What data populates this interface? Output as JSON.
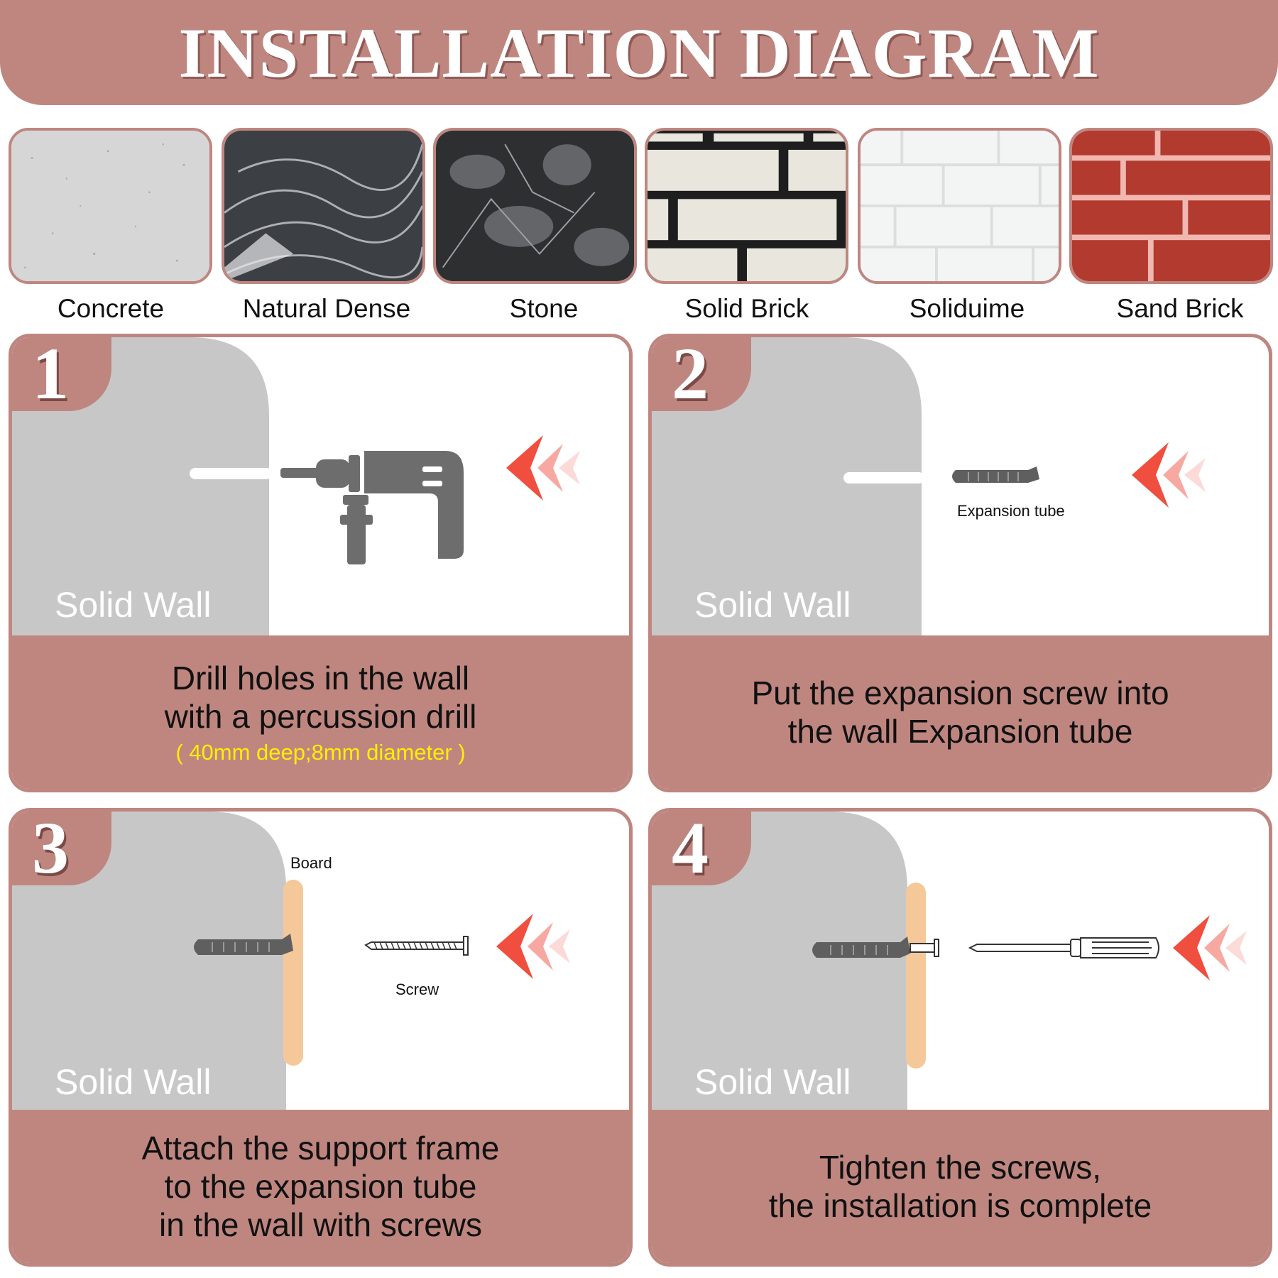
{
  "header": {
    "title": "INSTALLATION DIAGRAM"
  },
  "materials": [
    {
      "label": "Concrete"
    },
    {
      "label": "Natural Dense"
    },
    {
      "label": "Stone"
    },
    {
      "label": "Solid Brick"
    },
    {
      "label": "Soliduime"
    },
    {
      "label": "Sand Brick"
    }
  ],
  "steps": [
    {
      "number": "1",
      "wall_label": "Solid Wall",
      "caption": [
        "Drill holes in the wall",
        "with a percussion drill"
      ],
      "note": "( 40mm deep;8mm diameter )"
    },
    {
      "number": "2",
      "wall_label": "Solid Wall",
      "item_label": "Expansion tube",
      "caption": [
        "Put the expansion screw into",
        "the wall Expansion tube"
      ]
    },
    {
      "number": "3",
      "wall_label": "Solid Wall",
      "board_label": "Board",
      "screw_label": "Screw",
      "caption": [
        "Attach the support frame",
        "to the expansion tube",
        "in the wall with screws"
      ]
    },
    {
      "number": "4",
      "wall_label": "Solid Wall",
      "caption": [
        "Tighten the screws,",
        "the  installation is complete"
      ]
    }
  ],
  "colors": {
    "accent": "#bf8680",
    "wall": "#c8c7c8",
    "arrow": "#f04e3e",
    "board": "#f5c89a",
    "note": "#ffef00",
    "tool": "#6d6d6d"
  }
}
